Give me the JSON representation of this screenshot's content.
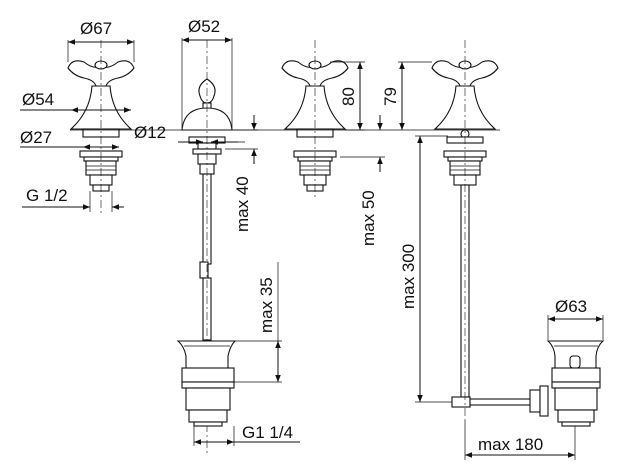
{
  "dimensions": {
    "d67": "Ø67",
    "d52": "Ø52",
    "d54": "Ø54",
    "d27": "Ø27",
    "d12": "Ø12",
    "g12": "G 1/2",
    "h80": "80",
    "h79": "79",
    "max40": "max 40",
    "max50": "max 50",
    "max35": "max 35",
    "max300": "max 300",
    "d63": "Ø63",
    "g114": "G1 1/4",
    "max180": "max 180"
  },
  "colors": {
    "line": "#111111",
    "background": "#ffffff"
  }
}
